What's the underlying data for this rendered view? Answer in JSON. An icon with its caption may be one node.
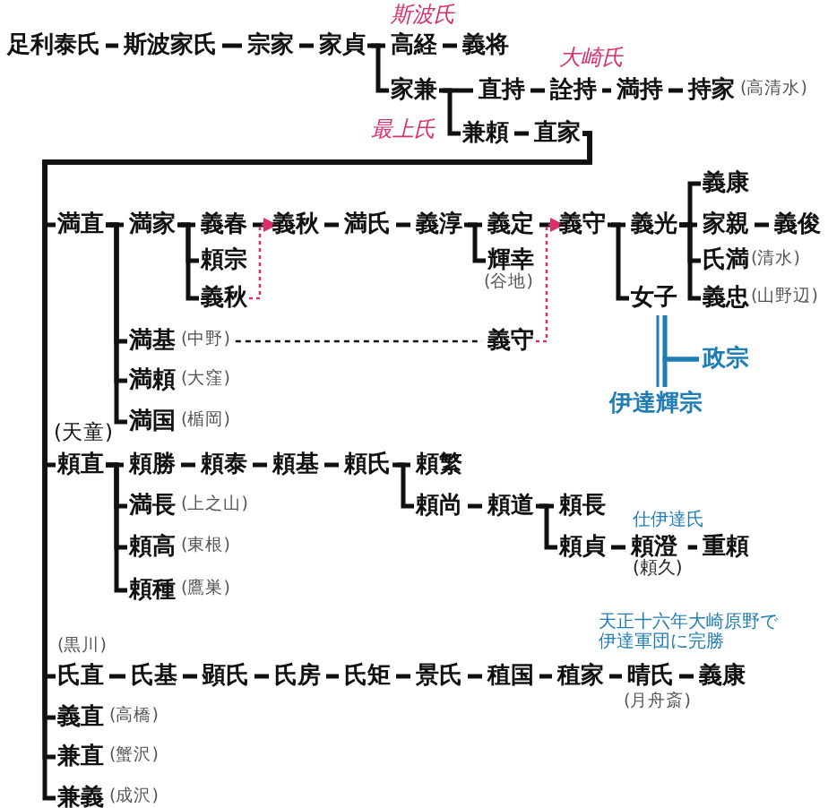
{
  "diagram": {
    "nodes": [
      {
        "text": [
          "足利泰氏"
        ]
      },
      {
        "text": [
          "斯波家氏"
        ]
      },
      {
        "text": [
          "宗家"
        ]
      },
      {
        "text": [
          "家貞"
        ]
      },
      {
        "text": [
          "高経"
        ],
        "beside": [
          "斯波氏"
        ]
      },
      {
        "text": [
          "義将"
        ]
      },
      {
        "text": [
          "家兼"
        ]
      },
      {
        "text": [
          "直持"
        ]
      },
      {
        "text": [
          "詮持"
        ]
      },
      {
        "text": [
          "満持"
        ]
      },
      {
        "text": [
          "持家"
        ],
        "beside": [
          "(高清水)"
        ]
      },
      {
        "text": [
          "兼頼"
        ],
        "beside": [
          "最上氏"
        ]
      },
      {
        "text": [
          "直家"
        ]
      },
      {
        "text": [
          "満直"
        ]
      },
      {
        "text": [
          "満家"
        ]
      },
      {
        "text": [
          "義春"
        ]
      },
      {
        "text": [
          "義秋"
        ]
      },
      {
        "text": [
          "満氏"
        ]
      },
      {
        "text": [
          "義淳"
        ]
      },
      {
        "text": [
          "義定"
        ]
      },
      {
        "text": [
          "義守"
        ]
      },
      {
        "text": [
          "義光"
        ]
      },
      {
        "text": [
          "義康"
        ]
      },
      {
        "text": [
          "家親"
        ]
      },
      {
        "text": [
          "義俊"
        ]
      },
      {
        "text": [
          "氏満"
        ],
        "beside": [
          "(清水)"
        ]
      },
      {
        "text": [
          "義忠"
        ],
        "beside": [
          "(山野辺)"
        ]
      },
      {
        "text": [
          "頼宗"
        ]
      },
      {
        "text": [
          "義秋"
        ]
      },
      {
        "text": [
          "輝幸"
        ],
        "beside": [
          "(谷地)"
        ]
      },
      {
        "text": [
          "女子"
        ]
      },
      {
        "text": [
          "政宗"
        ]
      },
      {
        "text": [
          "伊達輝宗"
        ]
      },
      {
        "text": [
          "満基"
        ],
        "beside": [
          "(中野)"
        ]
      },
      {
        "text": [
          "義守"
        ]
      },
      {
        "text": [
          "満頼"
        ],
        "beside": [
          "(大窪)"
        ]
      },
      {
        "text": [
          "満国"
        ],
        "beside": [
          "(楯岡)"
        ]
      },
      {
        "text": [
          "頼直"
        ],
        "beside": [
          "(天童)"
        ]
      },
      {
        "text": [
          "頼勝"
        ]
      },
      {
        "text": [
          "頼泰"
        ]
      },
      {
        "text": [
          "頼基"
        ]
      },
      {
        "text": [
          "頼氏"
        ]
      },
      {
        "text": [
          "頼繁"
        ]
      },
      {
        "text": [
          "頼尚"
        ]
      },
      {
        "text": [
          "頼道"
        ]
      },
      {
        "text": [
          "頼長"
        ]
      },
      {
        "text": [
          "頼貞"
        ]
      },
      {
        "text": [
          "頼澄"
        ],
        "beside": [
          "仕伊達氏",
          "(頼久)"
        ]
      },
      {
        "text": [
          "重頼"
        ]
      },
      {
        "text": [
          "満長"
        ],
        "beside": [
          "(上之山)"
        ]
      },
      {
        "text": [
          "頼高"
        ],
        "beside": [
          "(東根)"
        ]
      },
      {
        "text": [
          "頼種"
        ],
        "beside": [
          "(鷹巣)"
        ]
      },
      {
        "text": [
          "氏直"
        ],
        "beside": [
          "(黒川)"
        ]
      },
      {
        "text": [
          "氏基"
        ]
      },
      {
        "text": [
          "顕氏"
        ]
      },
      {
        "text": [
          "氏房"
        ]
      },
      {
        "text": [
          "氏矩"
        ]
      },
      {
        "text": [
          "景氏"
        ]
      },
      {
        "text": [
          "稙国"
        ]
      },
      {
        "text": [
          "稙家"
        ]
      },
      {
        "text": [
          "晴氏"
        ],
        "beside": [
          "天正十六年大崎原野で伊達軍団に完勝",
          "(月舟斎)"
        ]
      },
      {
        "text": [
          "義康"
        ]
      },
      {
        "text": [
          "義直"
        ],
        "beside": [
          "(高橋)"
        ]
      },
      {
        "text": [
          "兼直"
        ],
        "beside": [
          "(蟹沢)"
        ]
      },
      {
        "text": [
          "兼義"
        ],
        "beside": [
          "(成沢)"
        ]
      }
    ],
    "edges": [
      {
        "from": 0,
        "to": 1,
        "arrow": "none"
      },
      {
        "from": 1,
        "to": 2,
        "arrow": "none"
      },
      {
        "from": 2,
        "to": 3,
        "arrow": "none"
      },
      {
        "from": 3,
        "to": 4,
        "arrow": "none"
      },
      {
        "from": 4,
        "to": 5,
        "arrow": "none"
      },
      {
        "from": 3,
        "to": 6,
        "arrow": "none"
      },
      {
        "from": 6,
        "to": 7,
        "arrow": "none"
      },
      {
        "from": 7,
        "to": 8,
        "arrow": "none"
      },
      {
        "from": 8,
        "to": 9,
        "arrow": "none"
      },
      {
        "from": 9,
        "to": 10,
        "arrow": "none"
      },
      {
        "from": 6,
        "to": 11,
        "arrow": "none"
      },
      {
        "from": 11,
        "to": 12,
        "arrow": "none"
      },
      {
        "from": 12,
        "to": 13,
        "arrow": "none"
      },
      {
        "from": 13,
        "to": 14,
        "arrow": "none"
      },
      {
        "from": 14,
        "to": 15,
        "arrow": "none"
      },
      {
        "from": 15,
        "to": 16,
        "arrow": "none"
      },
      {
        "from": 16,
        "to": 17,
        "arrow": "none"
      },
      {
        "from": 17,
        "to": 18,
        "arrow": "none"
      },
      {
        "from": 18,
        "to": 19,
        "arrow": "none"
      },
      {
        "from": 19,
        "to": 20,
        "arrow": "none"
      },
      {
        "from": 20,
        "to": 21,
        "arrow": "none"
      },
      {
        "from": 21,
        "to": 22,
        "arrow": "none"
      },
      {
        "from": 21,
        "to": 23,
        "arrow": "none"
      },
      {
        "from": 23,
        "to": 24,
        "arrow": "none"
      },
      {
        "from": 21,
        "to": 25,
        "arrow": "none"
      },
      {
        "from": 21,
        "to": 26,
        "arrow": "none"
      },
      {
        "from": 14,
        "to": 27,
        "arrow": "none"
      },
      {
        "from": 14,
        "to": 28,
        "arrow": "none"
      },
      {
        "from": 28,
        "to": 16,
        "arrow": "to",
        "style": "dashed",
        "color": "#d9306b"
      },
      {
        "from": 18,
        "to": 29,
        "arrow": "none"
      },
      {
        "from": 20,
        "to": 30,
        "arrow": "none"
      },
      {
        "from": 30,
        "to": 32,
        "arrow": "none",
        "color": "#1f7db5"
      },
      {
        "from": 30,
        "to": 31,
        "arrow": "none",
        "color": "#1f7db5"
      },
      {
        "from": 32,
        "to": 31,
        "arrow": "none",
        "color": "#1f7db5"
      },
      {
        "from": 13,
        "to": 33,
        "arrow": "none"
      },
      {
        "from": 33,
        "to": 34,
        "arrow": "none",
        "style": "dashed"
      },
      {
        "from": 34,
        "to": 20,
        "arrow": "to",
        "style": "dashed",
        "color": "#d9306b"
      },
      {
        "from": 13,
        "to": 35,
        "arrow": "none"
      },
      {
        "from": 13,
        "to": 36,
        "arrow": "none"
      },
      {
        "from": 12,
        "to": 37,
        "arrow": "none"
      },
      {
        "from": 37,
        "to": 38,
        "arrow": "none"
      },
      {
        "from": 38,
        "to": 39,
        "arrow": "none"
      },
      {
        "from": 39,
        "to": 40,
        "arrow": "none"
      },
      {
        "from": 40,
        "to": 41,
        "arrow": "none"
      },
      {
        "from": 41,
        "to": 42,
        "arrow": "none"
      },
      {
        "from": 41,
        "to": 43,
        "arrow": "none"
      },
      {
        "from": 43,
        "to": 44,
        "arrow": "none"
      },
      {
        "from": 44,
        "to": 45,
        "arrow": "none"
      },
      {
        "from": 44,
        "to": 46,
        "arrow": "none"
      },
      {
        "from": 46,
        "to": 47,
        "arrow": "none"
      },
      {
        "from": 47,
        "to": 48,
        "arrow": "none"
      },
      {
        "from": 37,
        "to": 49,
        "arrow": "none"
      },
      {
        "from": 37,
        "to": 50,
        "arrow": "none"
      },
      {
        "from": 37,
        "to": 51,
        "arrow": "none"
      },
      {
        "from": 12,
        "to": 52,
        "arrow": "none"
      },
      {
        "from": 52,
        "to": 53,
        "arrow": "none"
      },
      {
        "from": 53,
        "to": 54,
        "arrow": "none"
      },
      {
        "from": 54,
        "to": 55,
        "arrow": "none"
      },
      {
        "from": 55,
        "to": 56,
        "arrow": "none"
      },
      {
        "from": 56,
        "to": 57,
        "arrow": "none"
      },
      {
        "from": 57,
        "to": 58,
        "arrow": "none"
      },
      {
        "from": 58,
        "to": 59,
        "arrow": "none"
      },
      {
        "from": 59,
        "to": 60,
        "arrow": "none"
      },
      {
        "from": 60,
        "to": 61,
        "arrow": "none"
      },
      {
        "from": 12,
        "to": 62,
        "arrow": "none"
      },
      {
        "from": 12,
        "to": 63,
        "arrow": "none"
      },
      {
        "from": 12,
        "to": 64,
        "arrow": "none"
      }
    ],
    "labels": [
      "大崎氏"
    ]
  }
}
